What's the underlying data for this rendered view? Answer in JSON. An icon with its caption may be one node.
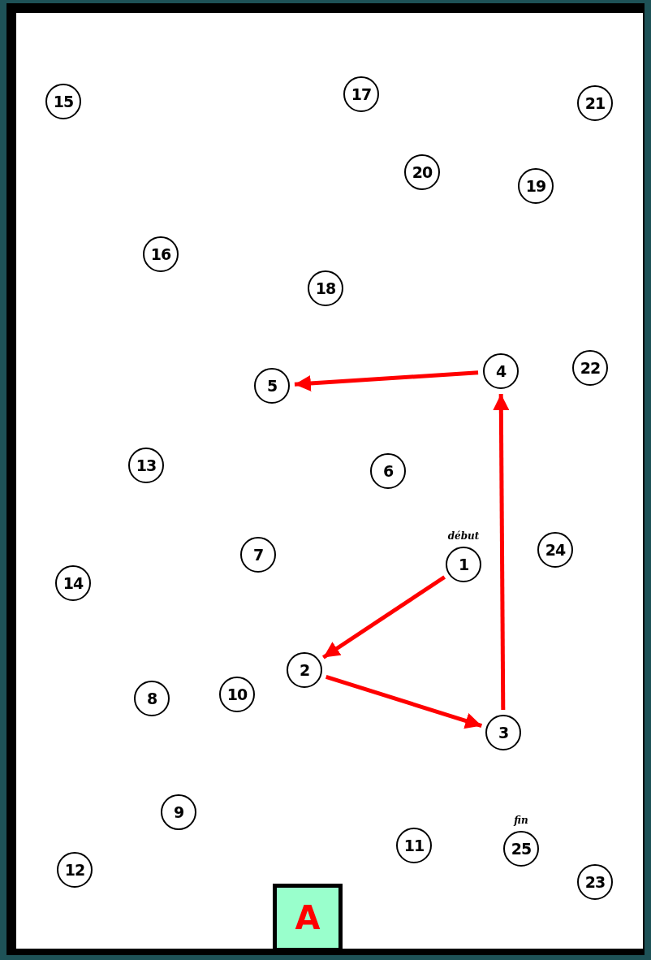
{
  "diagram": {
    "nodes": [
      {
        "text": [
          "1"
        ],
        "beside": [
          "début"
        ]
      },
      {
        "text": [
          "2"
        ]
      },
      {
        "text": [
          "3"
        ]
      },
      {
        "text": [
          "4"
        ]
      },
      {
        "text": [
          "5"
        ]
      },
      {
        "text": [
          "6"
        ]
      },
      {
        "text": [
          "7"
        ]
      },
      {
        "text": [
          "8"
        ]
      },
      {
        "text": [
          "9"
        ]
      },
      {
        "text": [
          "10"
        ]
      },
      {
        "text": [
          "11"
        ]
      },
      {
        "text": [
          "12"
        ]
      },
      {
        "text": [
          "13"
        ]
      },
      {
        "text": [
          "14"
        ]
      },
      {
        "text": [
          "15"
        ]
      },
      {
        "text": [
          "16"
        ]
      },
      {
        "text": [
          "17"
        ]
      },
      {
        "text": [
          "18"
        ]
      },
      {
        "text": [
          "19"
        ]
      },
      {
        "text": [
          "20"
        ]
      },
      {
        "text": [
          "21"
        ]
      },
      {
        "text": [
          "22"
        ]
      },
      {
        "text": [
          "23"
        ]
      },
      {
        "text": [
          "24"
        ]
      },
      {
        "text": [
          "25"
        ],
        "beside": [
          "fin"
        ]
      }
    ],
    "edges": [
      {
        "from": 0,
        "to": 1,
        "arrow": "to",
        "color": "#ff0000"
      },
      {
        "from": 1,
        "to": 2,
        "arrow": "to",
        "color": "#ff0000"
      },
      {
        "from": 2,
        "to": 3,
        "arrow": "to",
        "color": "#ff0000"
      },
      {
        "from": 3,
        "to": 4,
        "arrow": "to",
        "color": "#ff0000"
      }
    ],
    "labels": [
      "A"
    ]
  }
}
